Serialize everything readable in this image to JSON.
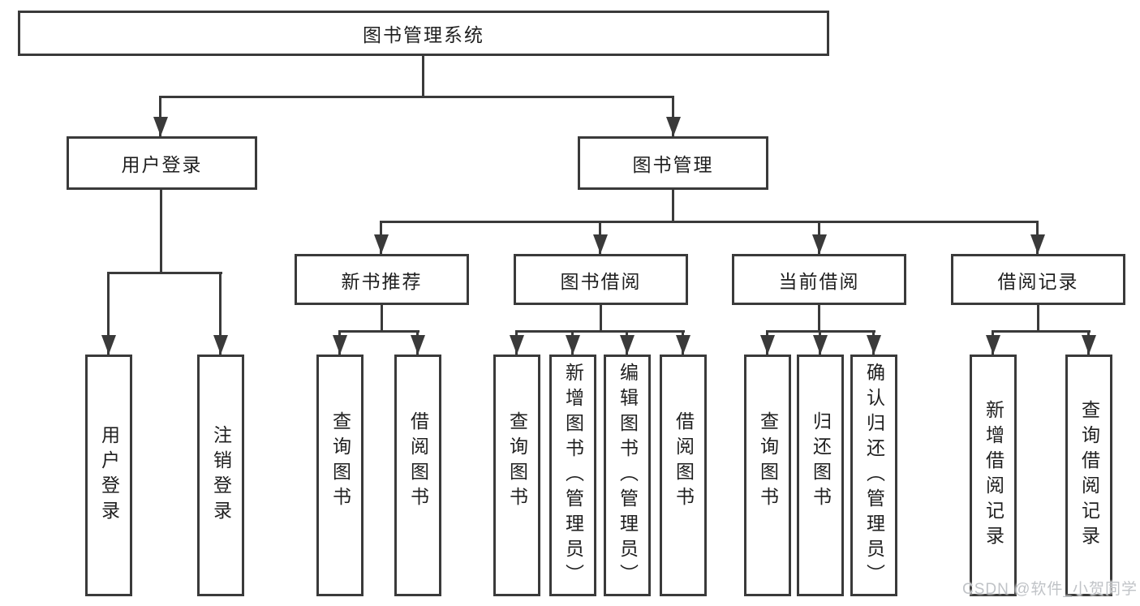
{
  "diagram": {
    "root": {
      "label": "图书管理系统"
    },
    "branches": [
      {
        "label": "用户登录",
        "children": [
          {
            "label": "用户登录"
          },
          {
            "label": "注销登录"
          }
        ]
      },
      {
        "label": "图书管理",
        "children": [
          {
            "label": "新书推荐",
            "children": [
              {
                "label": "查询图书"
              },
              {
                "label": "借阅图书"
              }
            ]
          },
          {
            "label": "图书借阅",
            "children": [
              {
                "label": "查询图书"
              },
              {
                "label": "新增图书（管理员）"
              },
              {
                "label": "编辑图书（管理员）"
              },
              {
                "label": "借阅图书"
              }
            ]
          },
          {
            "label": "当前借阅",
            "children": [
              {
                "label": "查询图书"
              },
              {
                "label": "归还图书"
              },
              {
                "label": "确认归还（管理员）"
              }
            ]
          },
          {
            "label": "借阅记录",
            "children": [
              {
                "label": "新增借阅记录"
              },
              {
                "label": "查询借阅记录"
              }
            ]
          }
        ]
      }
    ]
  },
  "watermark": {
    "text": "CSDN @软件_小贺同学"
  },
  "colors": {
    "line": "#3a3a3a",
    "text": "#1f1f1f",
    "background": "#ffffff",
    "watermark": "#c0c3c7"
  }
}
